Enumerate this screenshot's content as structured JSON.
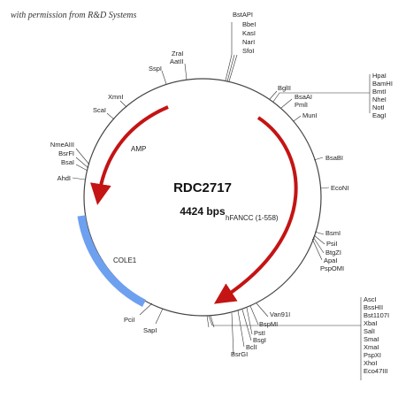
{
  "credit": "with permission from R&D Systems",
  "plasmid": {
    "name": "RDC2717",
    "size": "4424 bps"
  },
  "features": {
    "amp": "AMP",
    "hfancc": "hFANCC (1-558)",
    "cole1": "COLE1"
  },
  "colors": {
    "arrow": "#c41414",
    "cole1": "#6ea0f0",
    "backbone": "#444444"
  },
  "sites": {
    "top_group": [
      "BstAPI",
      "BbeI",
      "KasI",
      "NarI",
      "SfoI"
    ],
    "zrai": "ZraI",
    "aatii": "AatII",
    "sspi": "SspI",
    "xmni": "XmnI",
    "scai": "ScaI",
    "bglii": "BglII",
    "bsaai": "BsaAI",
    "pmli": "PmlI",
    "muni": "MunI",
    "right_group": [
      "HpaI",
      "BamHI",
      "BmtI",
      "NheI",
      "NotI",
      "EagI"
    ],
    "bsabi": "BsaBI",
    "econi": "EcoNI",
    "left_group": [
      "NmeAIII",
      "BsrFI",
      "BsaI"
    ],
    "ahdi": "AhdI",
    "mid_group": [
      "BsmI",
      "PsiI",
      "BtgZI",
      "ApaI",
      "PspOMI"
    ],
    "bottom_group": [
      "AscI",
      "BssHII",
      "Bst1107I",
      "XbaI",
      "SalI",
      "SmaI",
      "XmaI",
      "PspXI",
      "XhoI",
      "Eco47III"
    ],
    "van91i": "Van91I",
    "bspmi": "BspMI",
    "psti": "PstI",
    "bsgi": "BsgI",
    "bcli": "BclI",
    "bsrgi": "BsrGI",
    "pcii": "PciI",
    "sapi": "SapI"
  }
}
